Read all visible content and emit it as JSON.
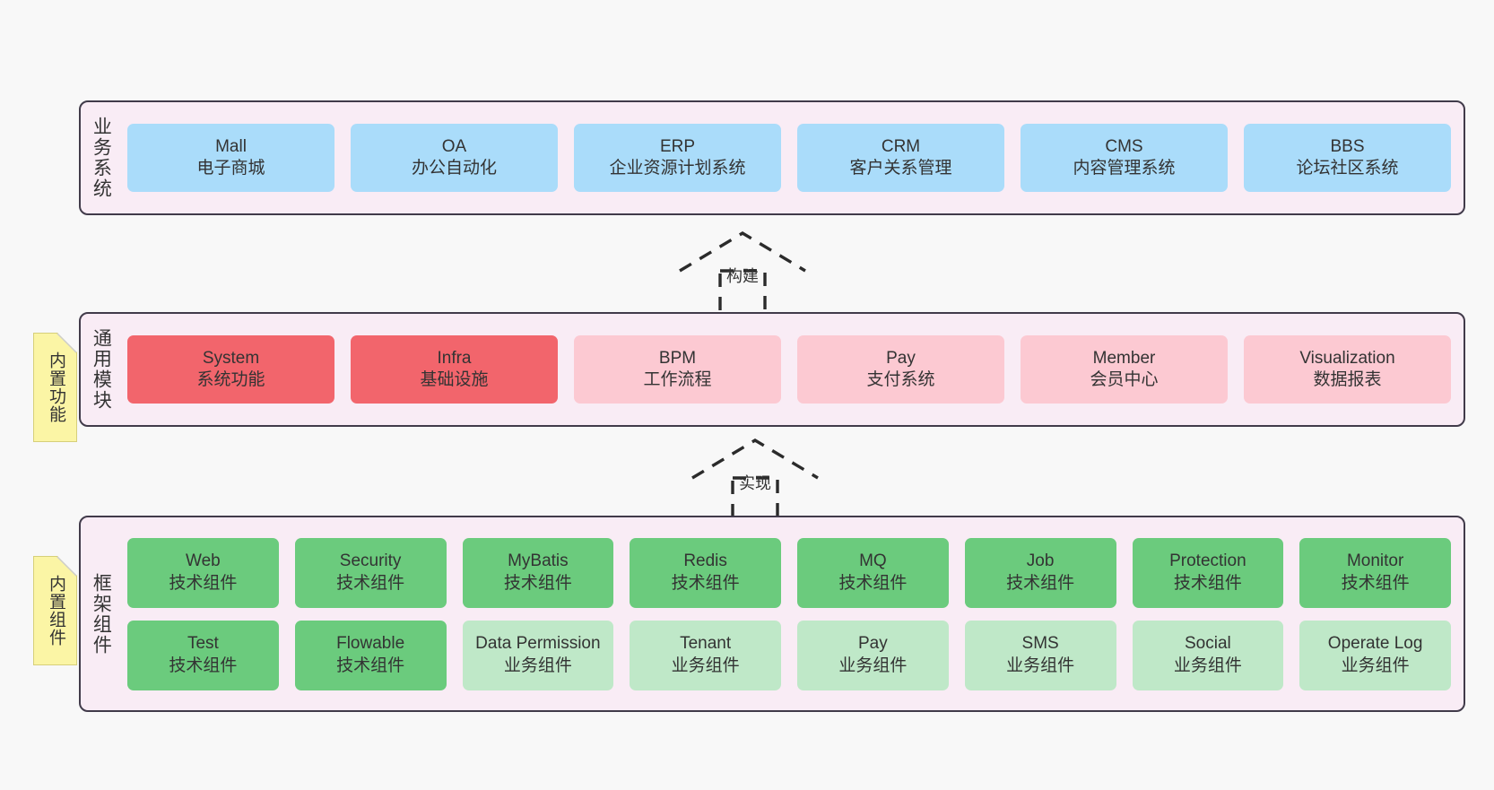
{
  "diagram": {
    "title": "Layered architecture diagram",
    "colors": {
      "layer_background": "#f9ecf5",
      "layer_border": "#413b4a",
      "business_cell": "#aadcfa",
      "module_core": "#f2656c",
      "module_optional": "#fcc9d2",
      "component_tech": "#6bcb7d",
      "component_business": "#bfe8c8",
      "note_background": "#fbf5a5",
      "note_fold": "#cccccc",
      "canvas_background": "#f8f8f8"
    }
  },
  "layers": [
    {
      "id": "business",
      "title": "业务系统",
      "rows": [
        [
          {
            "name": "Mall",
            "desc": "电子商城"
          },
          {
            "name": "OA",
            "desc": "办公自动化"
          },
          {
            "name": "ERP",
            "desc": "企业资源计划系统"
          },
          {
            "name": "CRM",
            "desc": "客户关系管理"
          },
          {
            "name": "CMS",
            "desc": "内容管理系统"
          },
          {
            "name": "BBS",
            "desc": "论坛社区系统"
          }
        ]
      ]
    },
    {
      "id": "modules",
      "title": "通用模块",
      "rows": [
        [
          {
            "name": "System",
            "desc": "系统功能"
          },
          {
            "name": "Infra",
            "desc": "基础设施"
          },
          {
            "name": "BPM",
            "desc": "工作流程"
          },
          {
            "name": "Pay",
            "desc": "支付系统"
          },
          {
            "name": "Member",
            "desc": "会员中心"
          },
          {
            "name": "Visualization",
            "desc": "数据报表"
          }
        ]
      ]
    },
    {
      "id": "framework",
      "title": "框架组件",
      "rows": [
        [
          {
            "name": "Web",
            "desc": "技术组件"
          },
          {
            "name": "Security",
            "desc": "技术组件"
          },
          {
            "name": "MyBatis",
            "desc": "技术组件"
          },
          {
            "name": "Redis",
            "desc": "技术组件"
          },
          {
            "name": "MQ",
            "desc": "技术组件"
          },
          {
            "name": "Job",
            "desc": "技术组件"
          },
          {
            "name": "Protection",
            "desc": "技术组件"
          },
          {
            "name": "Monitor",
            "desc": "技术组件"
          }
        ],
        [
          {
            "name": "Test",
            "desc": "技术组件"
          },
          {
            "name": "Flowable",
            "desc": "技术组件"
          },
          {
            "name": "Data Permission",
            "desc": "业务组件"
          },
          {
            "name": "Tenant",
            "desc": "业务组件"
          },
          {
            "name": "Pay",
            "desc": "业务组件"
          },
          {
            "name": "SMS",
            "desc": "业务组件"
          },
          {
            "name": "Social",
            "desc": "业务组件"
          },
          {
            "name": "Operate Log",
            "desc": "业务组件"
          }
        ]
      ]
    }
  ],
  "notes": [
    {
      "id": "builtin-features",
      "label": "内置功能"
    },
    {
      "id": "builtin-components",
      "label": "内置组件"
    }
  ],
  "connectors": [
    {
      "id": "build",
      "label": "构建",
      "style": "dashed-generalization",
      "direction": "up"
    },
    {
      "id": "implement",
      "label": "实现",
      "style": "dashed-generalization",
      "direction": "up"
    }
  ]
}
